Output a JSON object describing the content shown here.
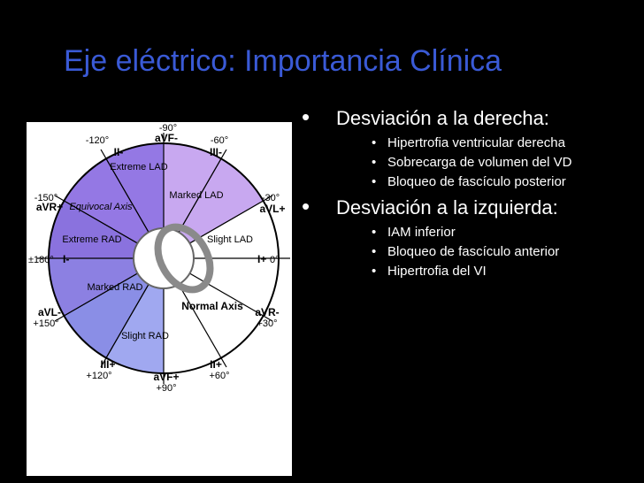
{
  "title": "Eje eléctrico: Importancia Clínica",
  "figure": {
    "sectors": [
      {
        "label": "Extreme LAD",
        "color": "#9478e4"
      },
      {
        "label": "Equivocal Axis",
        "color": "#8a72de"
      },
      {
        "label": "Marked LAD",
        "color": "#c8a8f0"
      },
      {
        "label": "Extreme RAD",
        "color": "#8c80e2"
      },
      {
        "label": "Marked RAD",
        "color": "#8a8ee6"
      },
      {
        "label": "Slight RAD",
        "color": "#a0a8f0"
      },
      {
        "label": "Slight LAD",
        "color": "#ffffff"
      },
      {
        "label": "Normal Axis",
        "color": "#ffffff"
      }
    ],
    "angles": {
      "m90": "-90°",
      "m120": "-120°",
      "m60": "-60°",
      "m150": "-150°",
      "m30": "-30°",
      "p180": "±180°",
      "zero": "0°",
      "p150": "+150°",
      "p30": "+30°",
      "p120": "+120°",
      "p60": "+60°",
      "p90": "+90°"
    },
    "leads": {
      "avf_top": "aVF-",
      "ii_top": "II-",
      "iii_top": "III-",
      "avr_left": "aVR+",
      "avl_right": "aVL+",
      "i_left": "I-",
      "i_right": "I+",
      "avl_left": "aVL-",
      "avr_right": "aVR-",
      "iii_bottom": "III+",
      "ii_bottom": "II+",
      "avf_bottom": "aVF+"
    }
  },
  "bullets": [
    {
      "text": "Desviación a la derecha:",
      "sub": [
        "Hipertrofia ventricular derecha",
        "Sobrecarga de volumen del VD",
        "Bloqueo de fascículo posterior"
      ]
    },
    {
      "text": "Desviación a la izquierda:",
      "sub": [
        "IAM inferior",
        "Bloqueo de fascículo anterior",
        "Hipertrofia del VI"
      ]
    }
  ]
}
